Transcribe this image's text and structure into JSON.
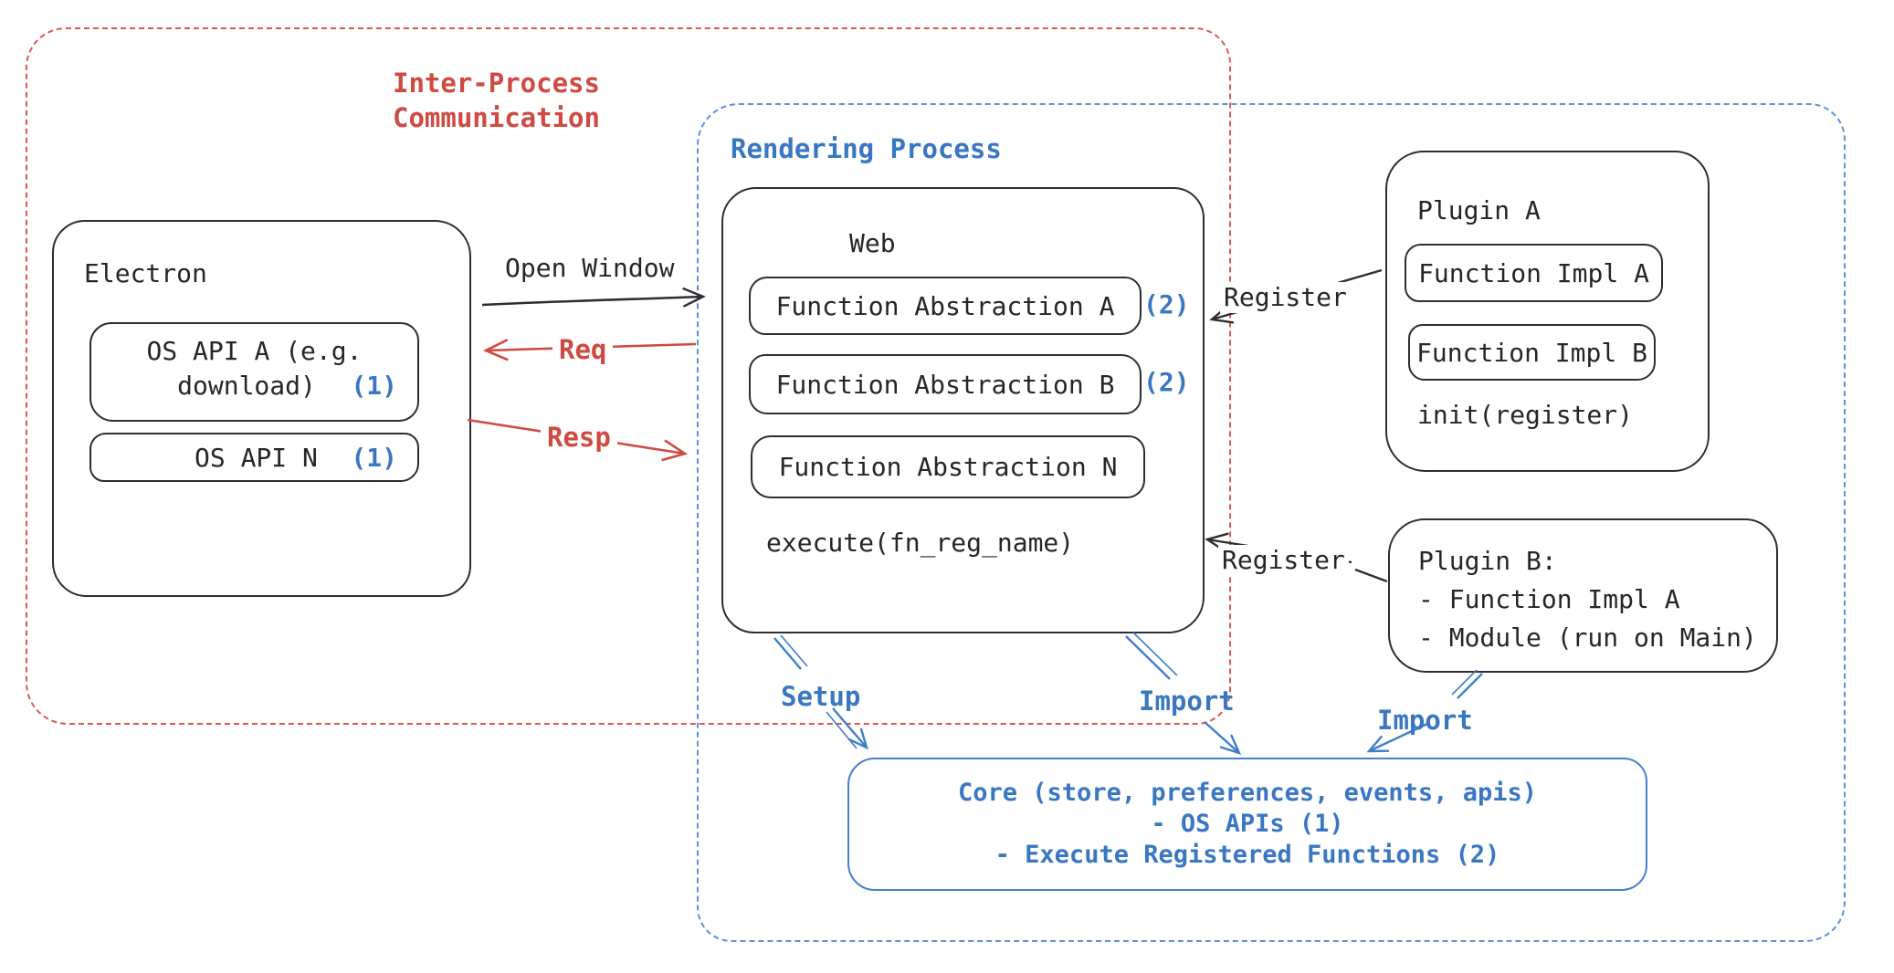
{
  "containers": {
    "ipc": {
      "label_line1": "Inter-Process",
      "label_line2": "Communication"
    },
    "rendering": {
      "label": "Rendering Process"
    }
  },
  "electron": {
    "title": "Electron",
    "os_api_a": {
      "line1": "OS API A (e.g.",
      "line2": "download)",
      "ref": "(1)"
    },
    "os_api_n": {
      "label": "OS API N",
      "ref": "(1)"
    }
  },
  "web": {
    "title": "Web",
    "fn_abstraction_a": {
      "label": "Function Abstraction A",
      "ref": "(2)"
    },
    "fn_abstraction_b": {
      "label": "Function Abstraction B",
      "ref": "(2)"
    },
    "fn_abstraction_n": {
      "label": "Function Abstraction N"
    },
    "execute": "execute(fn_reg_name)"
  },
  "plugin_a": {
    "title": "Plugin A",
    "fn_impl_a": "Function Impl A",
    "fn_impl_b": "Function Impl B",
    "init": "init(register)"
  },
  "plugin_b": {
    "title": "Plugin B:",
    "items": [
      "- Function Impl A",
      "- Module (run on Main)"
    ]
  },
  "core": {
    "line1": "Core (store, preferences, events, apis)",
    "line2": "- OS APIs (1)",
    "line3": "- Execute Registered Functions (2)"
  },
  "edges": {
    "open_window": "Open Window",
    "req": "Req",
    "resp": "Resp",
    "register_plugin_a": "Register",
    "register_plugin_b": "Register",
    "setup": "Setup",
    "import_web": "Import",
    "import_plugin_b": "Import"
  },
  "colors": {
    "red": "#cf4a42",
    "red_dash": "#e0564e",
    "blue": "#3a77c2",
    "blue_dash": "#5b93d8",
    "core_border": "#4a7fc9",
    "black": "#2e2e2e"
  }
}
